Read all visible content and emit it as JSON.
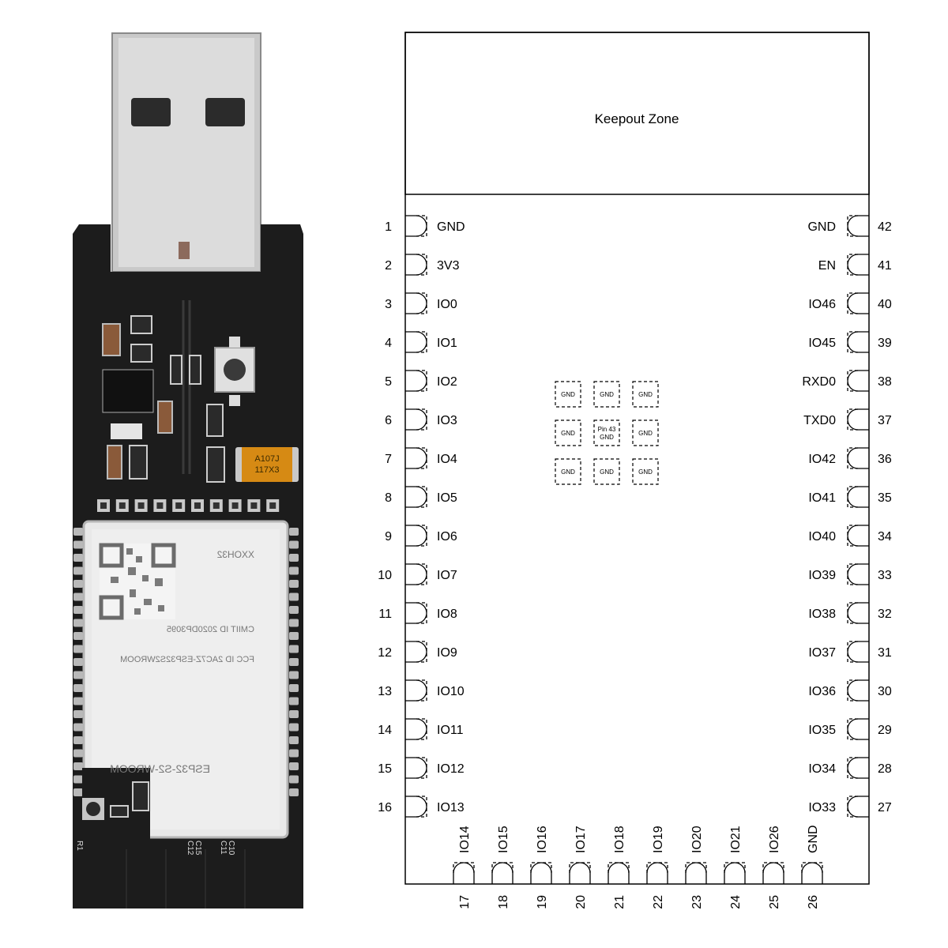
{
  "photo": {
    "module_text": {
      "line1": "XXOH32",
      "line2": "CMIIT ID 2020DP3095",
      "line3": "FCC ID 2AC7Z-ESP32S2WROOM",
      "line4": "ESP32-S2-WROOM"
    },
    "tantalum_cap": {
      "line1": "A107J",
      "line2": "117X3"
    },
    "silkscreen": {
      "c12": "C12",
      "c15": "C15",
      "c11": "C11",
      "c10": "C10",
      "r1": "R1"
    }
  },
  "pinout": {
    "keepout_label": "Keepout Zone",
    "left_pins": [
      {
        "num": "1",
        "name": "GND"
      },
      {
        "num": "2",
        "name": "3V3"
      },
      {
        "num": "3",
        "name": "IO0"
      },
      {
        "num": "4",
        "name": "IO1"
      },
      {
        "num": "5",
        "name": "IO2"
      },
      {
        "num": "6",
        "name": "IO3"
      },
      {
        "num": "7",
        "name": "IO4"
      },
      {
        "num": "8",
        "name": "IO5"
      },
      {
        "num": "9",
        "name": "IO6"
      },
      {
        "num": "10",
        "name": "IO7"
      },
      {
        "num": "11",
        "name": "IO8"
      },
      {
        "num": "12",
        "name": "IO9"
      },
      {
        "num": "13",
        "name": "IO10"
      },
      {
        "num": "14",
        "name": "IO11"
      },
      {
        "num": "15",
        "name": "IO12"
      },
      {
        "num": "16",
        "name": "IO13"
      }
    ],
    "right_pins": [
      {
        "num": "42",
        "name": "GND"
      },
      {
        "num": "41",
        "name": "EN"
      },
      {
        "num": "40",
        "name": "IO46"
      },
      {
        "num": "39",
        "name": "IO45"
      },
      {
        "num": "38",
        "name": "RXD0"
      },
      {
        "num": "37",
        "name": "TXD0"
      },
      {
        "num": "36",
        "name": "IO42"
      },
      {
        "num": "35",
        "name": "IO41"
      },
      {
        "num": "34",
        "name": "IO40"
      },
      {
        "num": "33",
        "name": "IO39"
      },
      {
        "num": "32",
        "name": "IO38"
      },
      {
        "num": "31",
        "name": "IO37"
      },
      {
        "num": "30",
        "name": "IO36"
      },
      {
        "num": "29",
        "name": "IO35"
      },
      {
        "num": "28",
        "name": "IO34"
      },
      {
        "num": "27",
        "name": "IO33"
      }
    ],
    "bottom_pins": [
      {
        "num": "17",
        "name": "IO14"
      },
      {
        "num": "18",
        "name": "IO15"
      },
      {
        "num": "19",
        "name": "IO16"
      },
      {
        "num": "20",
        "name": "IO17"
      },
      {
        "num": "21",
        "name": "IO18"
      },
      {
        "num": "22",
        "name": "IO19"
      },
      {
        "num": "23",
        "name": "IO20"
      },
      {
        "num": "24",
        "name": "IO21"
      },
      {
        "num": "25",
        "name": "IO26"
      },
      {
        "num": "26",
        "name": "GND"
      }
    ],
    "center_pads": [
      "GND",
      "GND",
      "GND",
      "GND",
      "Pin 43 GND",
      "GND",
      "GND",
      "GND",
      "GND"
    ]
  }
}
